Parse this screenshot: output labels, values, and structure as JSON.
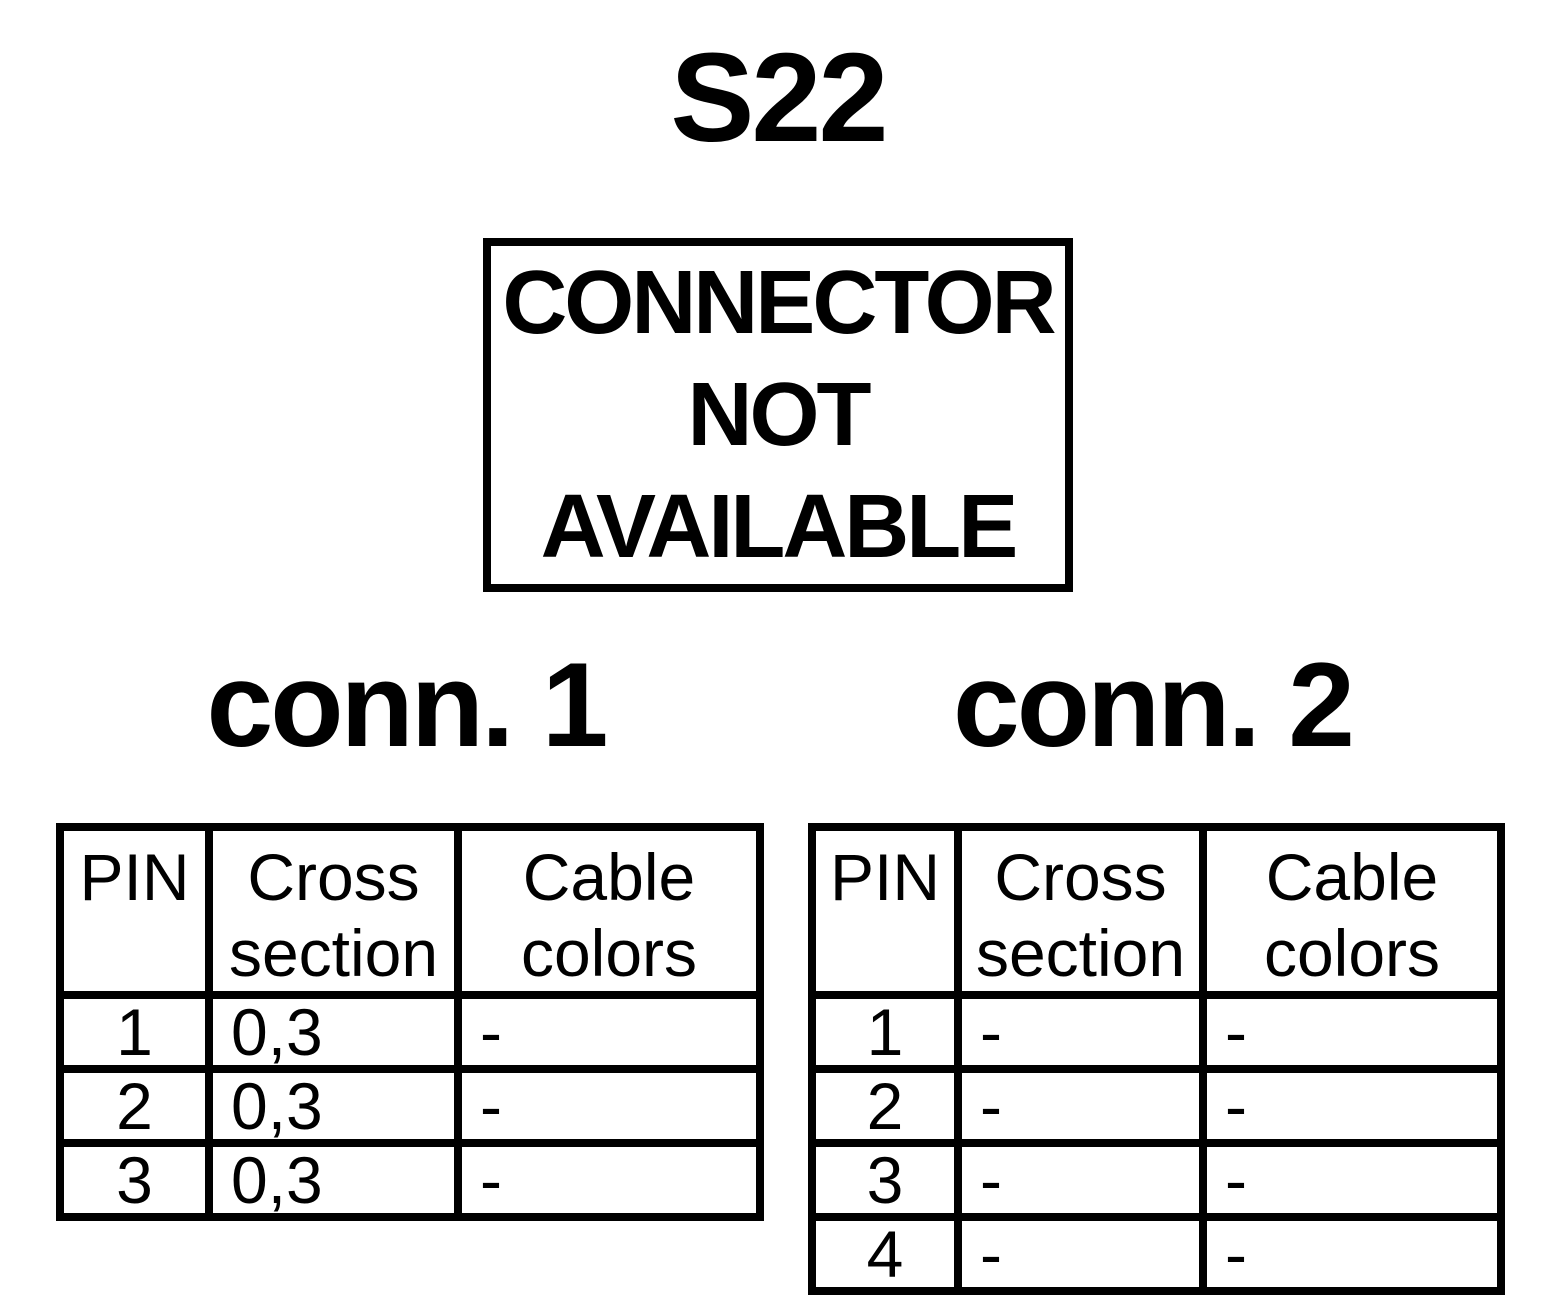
{
  "page": {
    "title": "S22",
    "background_color": "#ffffff",
    "text_color": "#000000"
  },
  "notice_box": {
    "lines": [
      "CONNECTOR",
      "NOT",
      "AVAILABLE"
    ]
  },
  "connectors": [
    {
      "label": "conn. 1",
      "table": {
        "headers": [
          "PIN",
          "Cross section",
          "Cable colors"
        ],
        "rows": [
          [
            "1",
            "0,3",
            "-"
          ],
          [
            "2",
            "0,3",
            "-"
          ],
          [
            "3",
            "0,3",
            "-"
          ]
        ]
      }
    },
    {
      "label": "conn. 2",
      "table": {
        "headers": [
          "PIN",
          "Cross section",
          "Cable colors"
        ],
        "rows": [
          [
            "1",
            "-",
            "-"
          ],
          [
            "2",
            "-",
            "-"
          ],
          [
            "3",
            "-",
            "-"
          ],
          [
            "4",
            "-",
            "-"
          ]
        ]
      }
    }
  ]
}
